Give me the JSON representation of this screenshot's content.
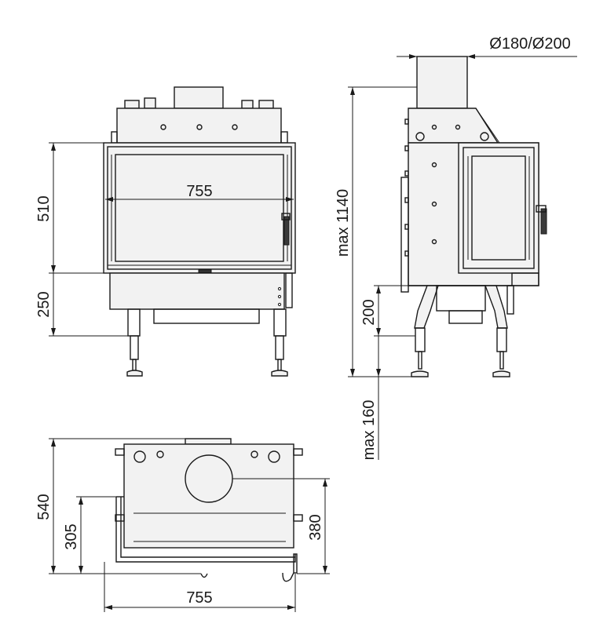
{
  "front_view": {
    "width_label": "755",
    "door_height_label": "510",
    "base_height_label": "250"
  },
  "side_view": {
    "flue_diameter_label": "Ø180/Ø200",
    "max_height_label": "max 1140",
    "leg_height_label": "200",
    "max_leg_label": "max 160"
  },
  "top_view": {
    "depth_label": "540",
    "corner_depth_label": "305",
    "flue_offset_label": "380",
    "width_label": "755"
  }
}
